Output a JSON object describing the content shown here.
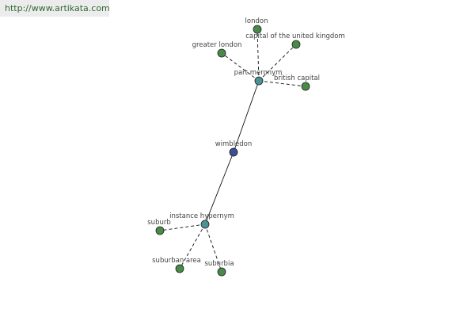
{
  "banner": {
    "url_text": "http://www.artikata.com"
  },
  "colors": {
    "center_node": "#3d4f94",
    "relation_node": "#4a9296",
    "leaf_node": "#4a8a48",
    "banner_bg": "#ececec",
    "banner_text": "#2f6a2f"
  },
  "diagram": {
    "center": {
      "id": "wimbledon",
      "label": "wimbledon"
    },
    "relations": [
      {
        "id": "part-meronym",
        "label": "part meronym",
        "leaves": [
          {
            "id": "london",
            "label": "london"
          },
          {
            "id": "capital-of-the-united-kingdom",
            "label": "capital of the united kingdom"
          },
          {
            "id": "greater-london",
            "label": "greater london"
          },
          {
            "id": "british-capital",
            "label": "british capital"
          }
        ]
      },
      {
        "id": "instance-hypernym",
        "label": "instance hypernym",
        "leaves": [
          {
            "id": "suburb",
            "label": "suburb"
          },
          {
            "id": "suburban-area",
            "label": "suburban area"
          },
          {
            "id": "suburbia",
            "label": "suburbia"
          }
        ]
      }
    ]
  }
}
